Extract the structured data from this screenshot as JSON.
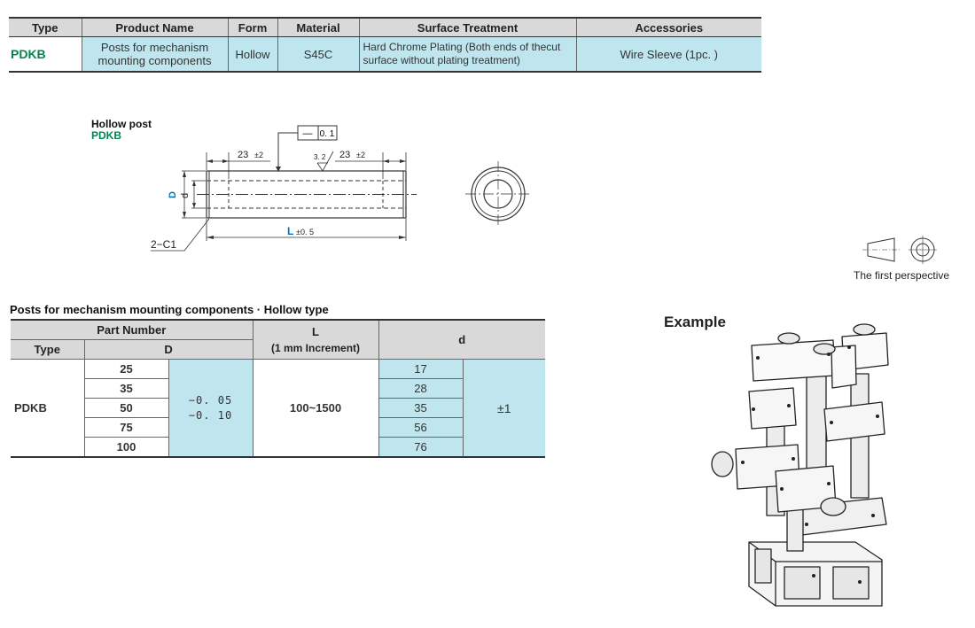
{
  "spec_table": {
    "headers": [
      "Type",
      "Product Name",
      "Form",
      "Material",
      "Surface Treatment",
      "Accessories"
    ],
    "row": {
      "type": "PDKB",
      "product_name_l1": "Posts for mechanism",
      "product_name_l2": "mounting components",
      "form": "Hollow",
      "material": "S45C",
      "surface_l1": "Hard Chrome Plating (Both ends of thecut",
      "surface_l2": "surface without plating treatment)",
      "accessories": "Wire Sleeve (1pc. )"
    }
  },
  "drawing": {
    "title": "Hollow post",
    "code": "PDKB",
    "tol_frame_symbol": "—",
    "tol_frame_value": "0. 1",
    "dim_left": "23",
    "dim_left_tol": "±2",
    "surface_finish": "3. 2",
    "dim_right": "23",
    "dim_right_tol": "±2",
    "label_D": "D",
    "label_d": "d",
    "label_L": "L",
    "label_L_tol": "±0. 5",
    "chamfer": "2−C1"
  },
  "perspective_label": "The first perspective",
  "part_table": {
    "title": "Posts for mechanism mounting components · Hollow type",
    "header_part_number": "Part Number",
    "header_type": "Type",
    "header_D": "D",
    "header_L": "L",
    "header_L_sub": "(1 mm Increment)",
    "header_d": "d",
    "type": "PDKB",
    "d_tol_l1": "−0. 05",
    "d_tol_l2": "−0. 10",
    "L_range": "100~1500",
    "d_pm": "±1",
    "rows": [
      {
        "D": "25",
        "d": "17"
      },
      {
        "D": "35",
        "d": "28"
      },
      {
        "D": "50",
        "d": "35"
      },
      {
        "D": "75",
        "d": "56"
      },
      {
        "D": "100",
        "d": "76"
      }
    ]
  },
  "example_label": "Example"
}
